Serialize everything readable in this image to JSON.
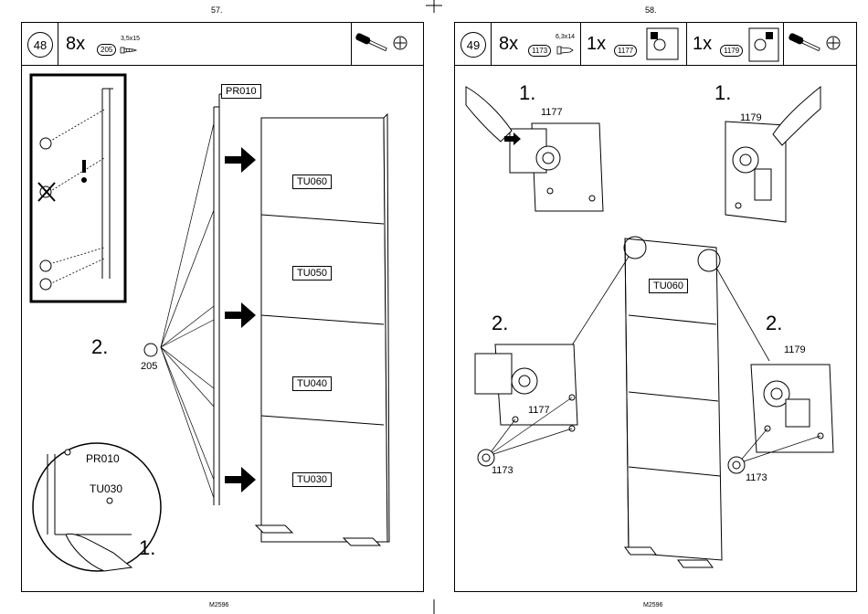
{
  "left_page": {
    "page_number": "57.",
    "footer_code": "M2596",
    "step_number": "48",
    "quantity": "8x",
    "part_code": "205",
    "part_dimension": "3,5x15",
    "panel_labels": [
      "TU060",
      "TU050",
      "TU040",
      "TU030"
    ],
    "profile_label": "PR010",
    "callout_part": "205",
    "step_1_label": "1.",
    "step_2_label": "2.",
    "inset_labels": {
      "profile": "PR010",
      "panel": "TU030"
    }
  },
  "right_page": {
    "page_number": "58.",
    "footer_code": "M2596",
    "step_number": "49",
    "items": [
      {
        "quantity": "8x",
        "part_code": "1173",
        "dimension": "6,3x14"
      },
      {
        "quantity": "1x",
        "part_code": "1177"
      },
      {
        "quantity": "1x",
        "part_code": "1179"
      }
    ],
    "panel_label": "TU060",
    "step_1_left": "1.",
    "step_1_right": "1.",
    "step_2_left": "2.",
    "step_2_right": "2.",
    "roller_left": "1177",
    "roller_right": "1179",
    "roller_left_lower": "1177",
    "roller_right_lower": "1179",
    "screw_left": "1173",
    "screw_right": "1173"
  },
  "icons": [
    "screwdriver-icon",
    "phillips-head-icon",
    "screw-icon",
    "arrow-right-icon",
    "hand-icon",
    "roller-bracket-icon",
    "caution-icon"
  ]
}
